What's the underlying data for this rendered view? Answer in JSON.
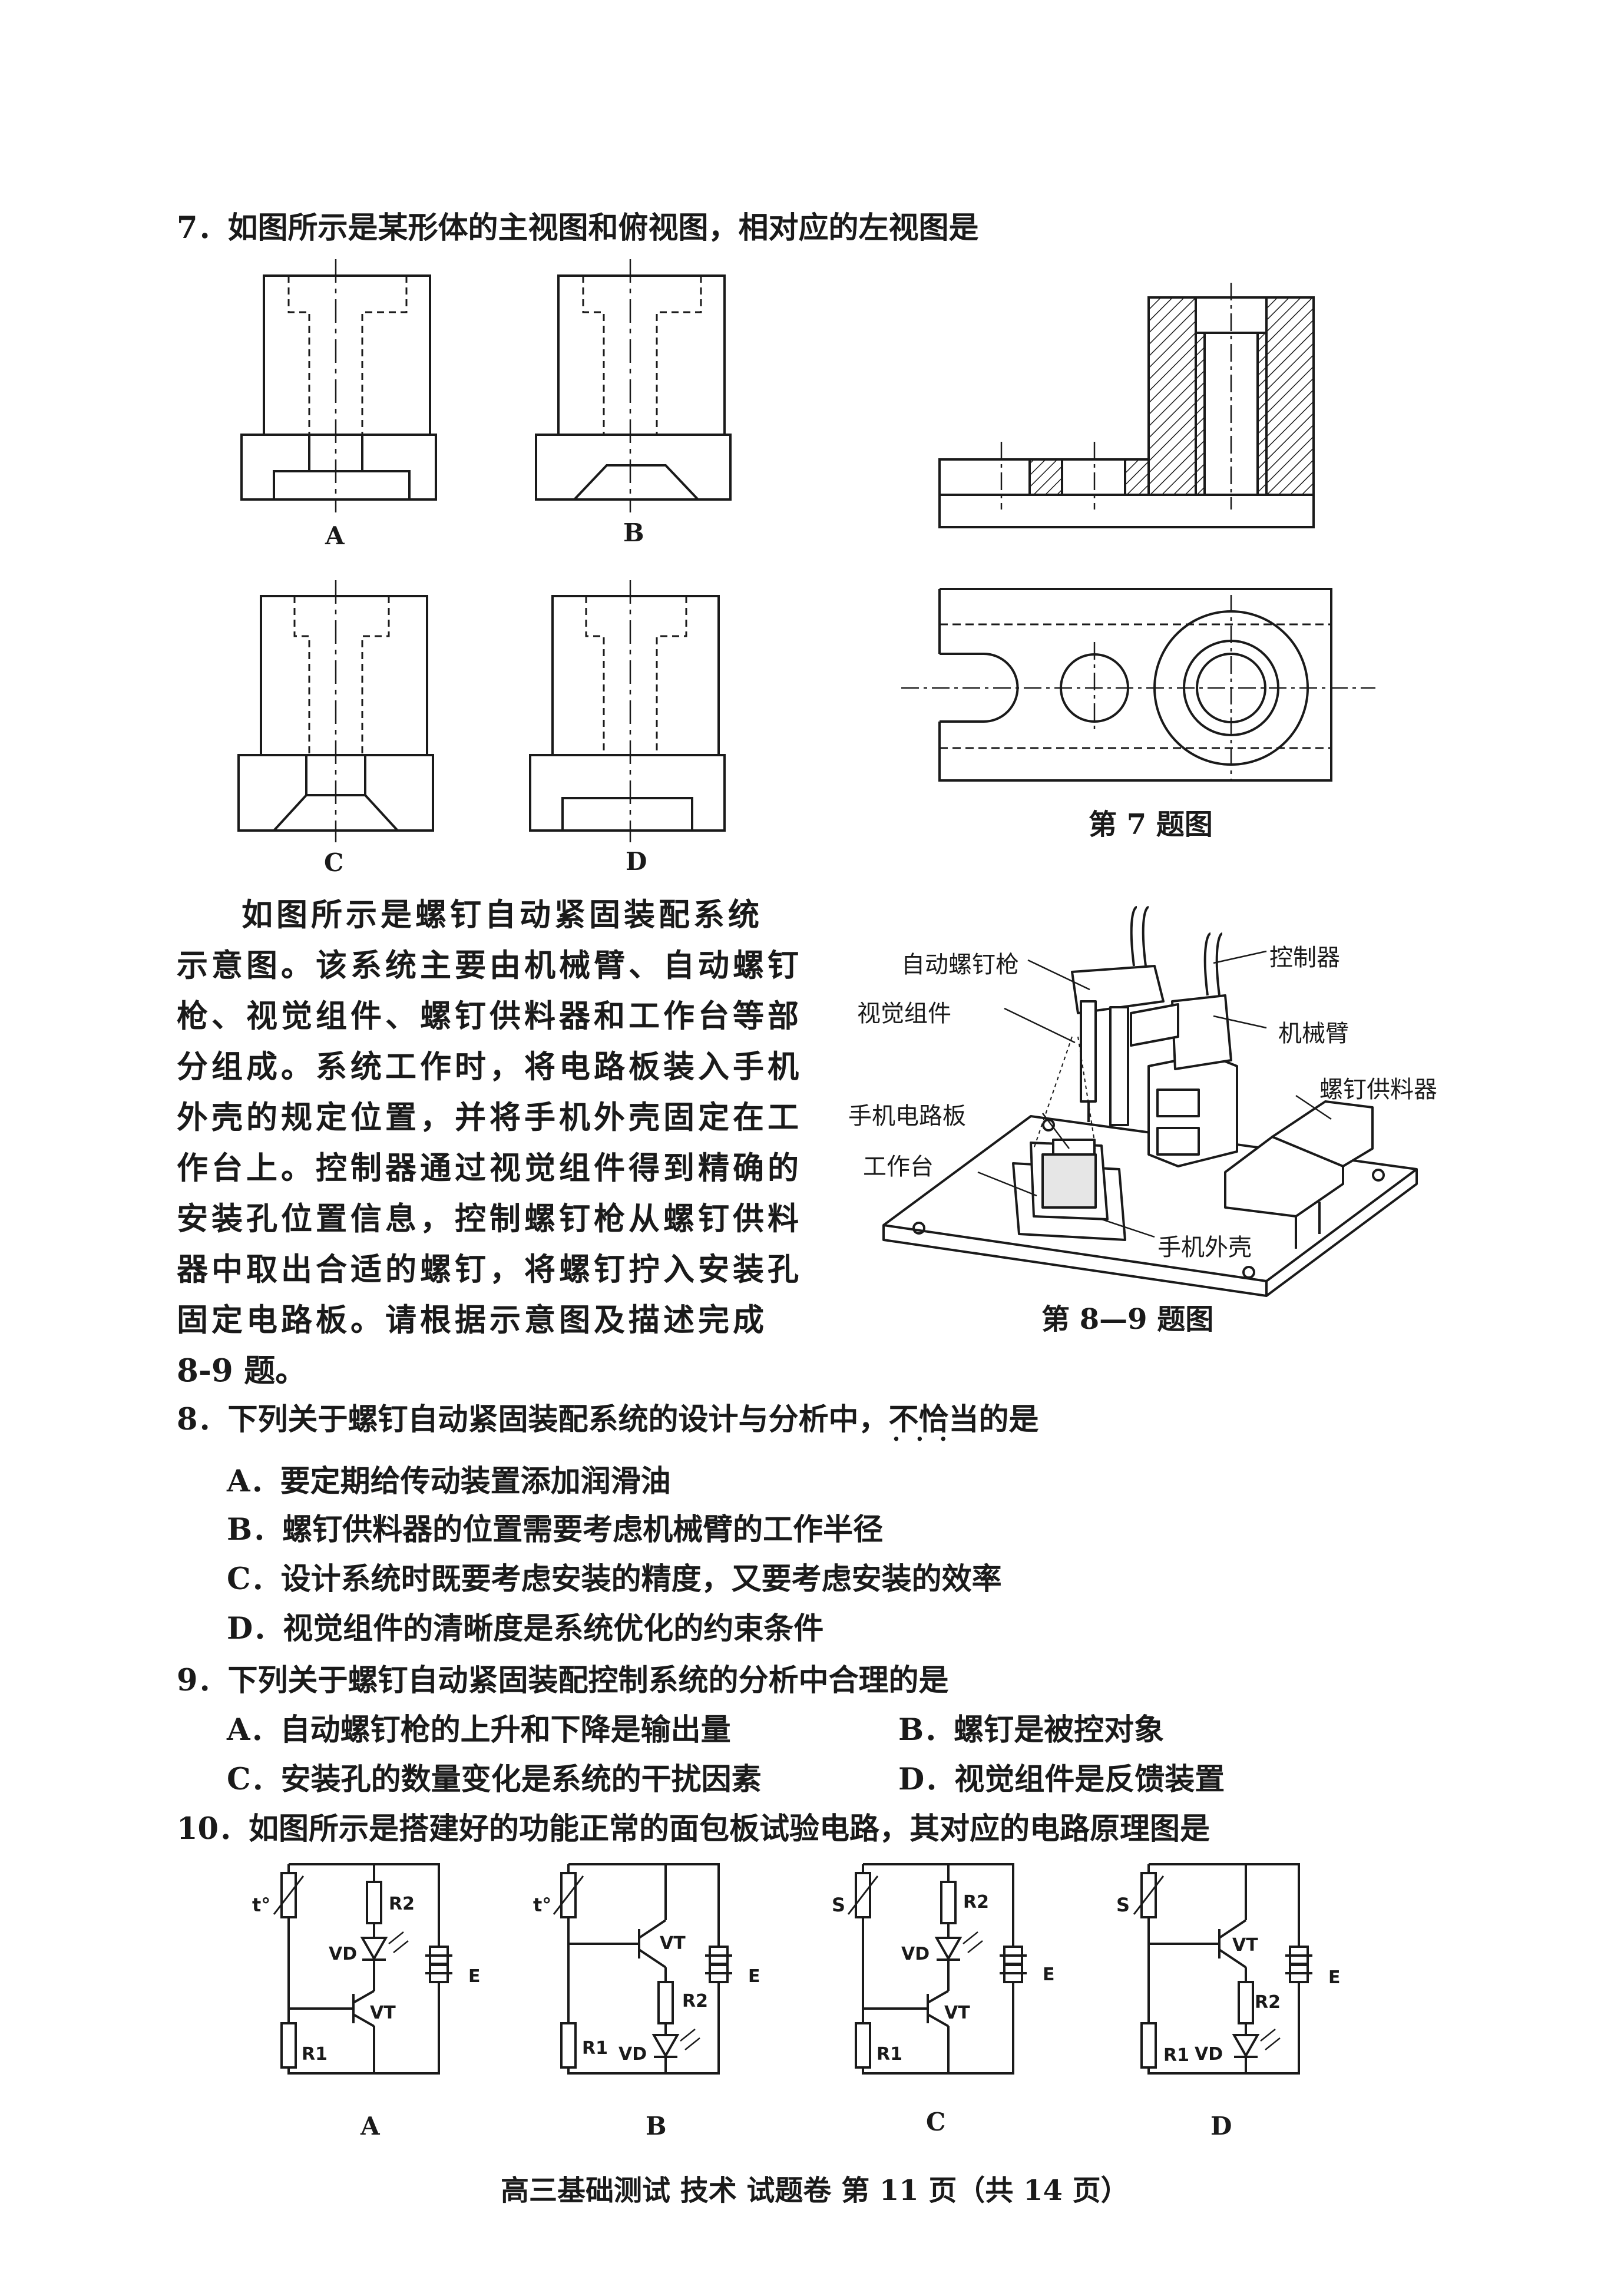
{
  "q7": {
    "stem": "7．如图所示是某形体的主视图和俯视图，相对应的左视图是",
    "options": [
      "A",
      "B",
      "C",
      "D"
    ],
    "figure_caption": "第 7 题图"
  },
  "intro": {
    "lines": [
      "如图所示是螺钉自动紧固装配系统",
      "示意图。该系统主要由机械臂、自动螺钉",
      "枪、视觉组件、螺钉供料器和工作台等部",
      "分组成。系统工作时，将电路板装入手机",
      "外壳的规定位置，并将手机外壳固定在工",
      "作台上。控制器通过视觉组件得到精确的",
      "安装孔位置信息，控制螺钉枪从螺钉供料",
      "器中取出合适的螺钉，将螺钉拧入安装孔",
      "固定电路板。请根据示意图及描述完成",
      "8-9 题。"
    ]
  },
  "fig89": {
    "labels": {
      "gun": "自动螺钉枪",
      "controller": "控制器",
      "vision": "视觉组件",
      "arm": "机械臂",
      "feeder": "螺钉供料器",
      "pcb": "手机电路板",
      "table": "工作台",
      "shell": "手机外壳"
    },
    "caption": "第 8—9 题图"
  },
  "q8": {
    "stem_prefix": "8．下列关于螺钉自动紧固装配系统的设计与分析中，",
    "stem_emph": "不恰当",
    "stem_suffix": "的是",
    "A": "A．要定期给传动装置添加润滑油",
    "B": "B．螺钉供料器的位置需要考虑机械臂的工作半径",
    "C": "C．设计系统时既要考虑安装的精度，又要考虑安装的效率",
    "D": "D．视觉组件的清晰度是系统优化的约束条件"
  },
  "q9": {
    "stem": "9．下列关于螺钉自动紧固装配控制系统的分析中合理的是",
    "A": "A．自动螺钉枪的上升和下降是输出量",
    "B": "B．螺钉是被控对象",
    "C": "C．安装孔的数量变化是系统的干扰因素",
    "D": "D．视觉组件是反馈装置"
  },
  "q10": {
    "stem": "10．如图所示是搭建好的功能正常的面包板试验电路，其对应的电路原理图是",
    "circuits": [
      {
        "letter": "A",
        "sensor": "t°",
        "r2": "R2",
        "vd": "VD",
        "vt": "VT",
        "r1": "R1",
        "e": "E"
      },
      {
        "letter": "B",
        "sensor": "t°",
        "r2": "R2",
        "vd": "VD",
        "vt": "VT",
        "r1": "R1",
        "e": "E"
      },
      {
        "letter": "C",
        "sensor": "S",
        "r2": "R2",
        "vd": "VD",
        "vt": "VT",
        "r1": "R1",
        "e": "E"
      },
      {
        "letter": "D",
        "sensor": "S",
        "r2": "R2",
        "vd": "VD",
        "vt": "VT",
        "r1": "R1",
        "e": "E"
      }
    ]
  },
  "footer": "高三基础测试  技术  试题卷   第 11 页（共 14 页）"
}
